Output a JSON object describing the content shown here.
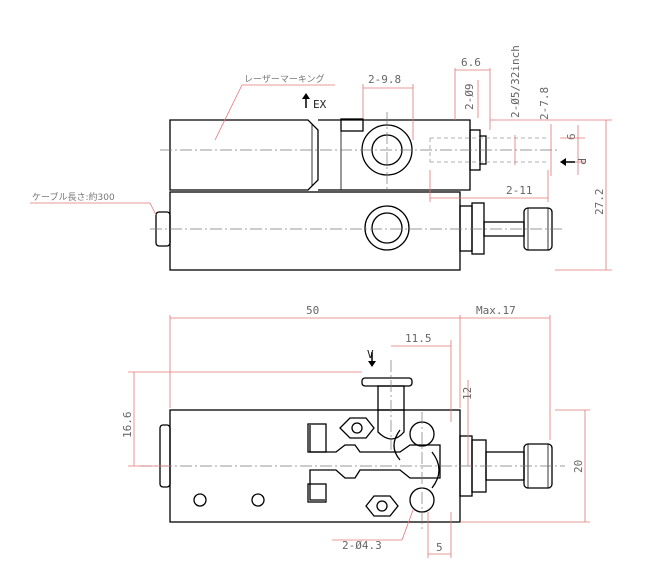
{
  "top_view": {
    "laser_marking": "レーザーマーキング",
    "ex_label": "EX",
    "cable_length": "ケーブル長さ:約300",
    "dim_2_9_8": "2-9.8",
    "dim_6_6": "6.6",
    "dim_2_phi9": "2-Ø9",
    "dim_2_phi5_32": "2-Ø5/32inch",
    "dim_2_7_8": "2-7.8",
    "dim_6": "6",
    "dim_2_11": "2-11",
    "dim_27_2": "27.2",
    "p_label": "P"
  },
  "bottom_view": {
    "dim_50": "50",
    "dim_max17": "Max.17",
    "v_label": "V",
    "dim_11_5": "11.5",
    "dim_12": "12",
    "dim_16_6": "16.6",
    "dim_20": "20",
    "dim_2_phi4_3": "2-Ø4.3",
    "dim_5": "5"
  }
}
